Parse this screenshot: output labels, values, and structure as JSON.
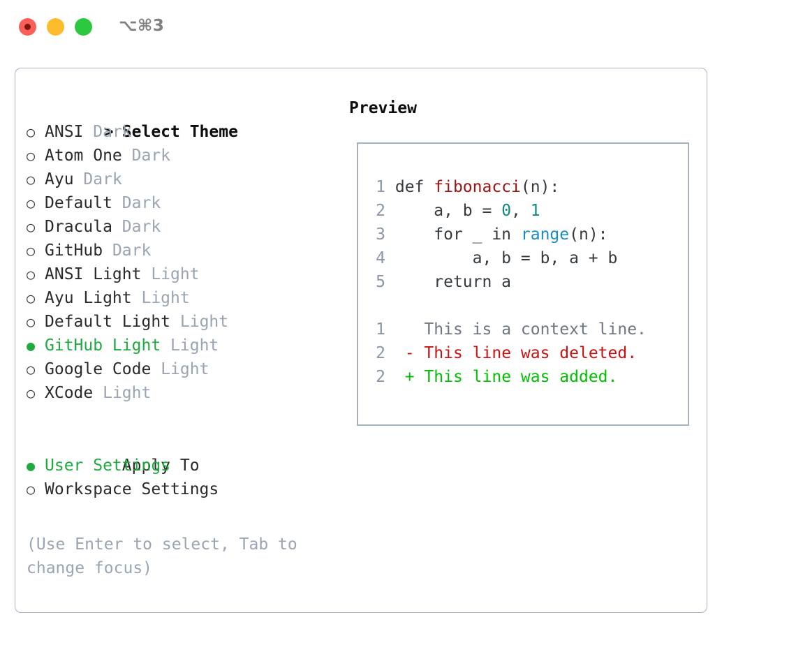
{
  "titlebar": {
    "shortcut": "⌥⌘3",
    "buttons": {
      "close": "close-window",
      "minimize": "minimize-window",
      "zoom": "zoom-window"
    }
  },
  "left": {
    "header": {
      "marker": ">",
      "label": "Select Theme"
    },
    "themes": [
      {
        "marker": "○",
        "name": "ANSI",
        "variant": "Dark",
        "selected": false
      },
      {
        "marker": "○",
        "name": "Atom One",
        "variant": "Dark",
        "selected": false
      },
      {
        "marker": "○",
        "name": "Ayu",
        "variant": "Dark",
        "selected": false
      },
      {
        "marker": "○",
        "name": "Default",
        "variant": "Dark",
        "selected": false
      },
      {
        "marker": "○",
        "name": "Dracula",
        "variant": "Dark",
        "selected": false
      },
      {
        "marker": "○",
        "name": "GitHub",
        "variant": "Dark",
        "selected": false
      },
      {
        "marker": "○",
        "name": "ANSI Light",
        "variant": "Light",
        "selected": false
      },
      {
        "marker": "○",
        "name": "Ayu Light",
        "variant": "Light",
        "selected": false
      },
      {
        "marker": "○",
        "name": "Default Light",
        "variant": "Light",
        "selected": false
      },
      {
        "marker": "●",
        "name": "GitHub Light",
        "variant": "Light",
        "selected": true
      },
      {
        "marker": "○",
        "name": "Google Code",
        "variant": "Light",
        "selected": false
      },
      {
        "marker": "○",
        "name": "XCode",
        "variant": "Light",
        "selected": false
      }
    ],
    "apply_to": {
      "title": "Apply To",
      "options": [
        {
          "marker": "●",
          "label": "User Settings",
          "selected": true
        },
        {
          "marker": "○",
          "label": "Workspace Settings",
          "selected": false
        }
      ]
    },
    "hint": "(Use Enter to select, Tab to change focus)"
  },
  "right": {
    "title": "Preview",
    "code_lines": [
      {
        "no": "1",
        "segments": [
          {
            "text": "def ",
            "tok": "plain"
          },
          {
            "text": "fibonacci",
            "tok": "fn"
          },
          {
            "text": "(n):",
            "tok": "plain"
          }
        ]
      },
      {
        "no": "2",
        "segments": [
          {
            "text": "    a, b = ",
            "tok": "plain"
          },
          {
            "text": "0",
            "tok": "num"
          },
          {
            "text": ", ",
            "tok": "plain"
          },
          {
            "text": "1",
            "tok": "num"
          }
        ]
      },
      {
        "no": "3",
        "segments": [
          {
            "text": "    for _ in ",
            "tok": "plain"
          },
          {
            "text": "range",
            "tok": "call"
          },
          {
            "text": "(n):",
            "tok": "plain"
          }
        ]
      },
      {
        "no": "4",
        "segments": [
          {
            "text": "        a, b = b, a + b",
            "tok": "plain"
          }
        ]
      },
      {
        "no": "5",
        "segments": [
          {
            "text": "    return a",
            "tok": "plain"
          }
        ]
      }
    ],
    "diff_lines": [
      {
        "no": "1",
        "marker": " ",
        "text": "This is a context line.",
        "kind": "ctx"
      },
      {
        "no": "2",
        "marker": "-",
        "text": "This line was deleted.",
        "kind": "del"
      },
      {
        "no": "2",
        "marker": "+",
        "text": "This line was added.",
        "kind": "add"
      }
    ]
  },
  "colors": {
    "selection_green": "#1faa3f",
    "diff_add_green": "#00c000",
    "diff_del_red": "#cc1111",
    "token_function_red": "#9b1212",
    "token_number_teal": "#0f8a7e",
    "token_call_blue": "#1a8bc4",
    "muted_gray": "#9aa4b2",
    "border_gray": "#a7b0bf"
  }
}
